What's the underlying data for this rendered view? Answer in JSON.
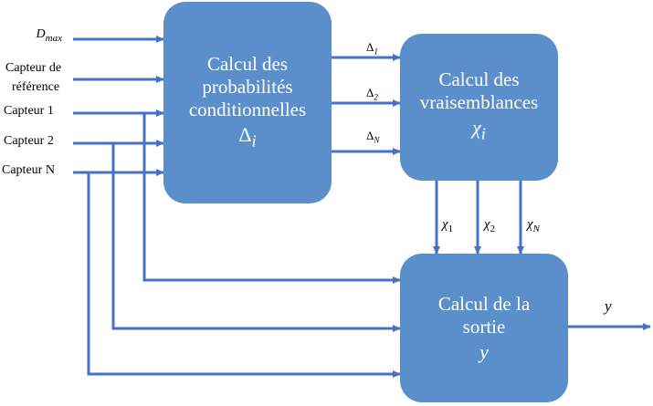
{
  "colors": {
    "box": "#5b8fcb",
    "arrow": "#4472c4",
    "box_text": "#ffffff"
  },
  "inputs": {
    "dmax_base": "D",
    "dmax_sub": "max",
    "ref_line1": "Capteur de",
    "ref_line2": "référence",
    "s1": "Capteur 1",
    "s2": "Capteur 2",
    "sn": "Capteur N"
  },
  "boxes": {
    "prob": {
      "line1": "Calcul des",
      "line2": "probabilités",
      "line3": "conditionnelles",
      "symbol": "Δ",
      "symbol_sub": "i"
    },
    "vrais": {
      "line1": "Calcul des",
      "line2": "vraisemblances",
      "symbol": "χ",
      "symbol_sub": "i"
    },
    "sortie": {
      "line1": "Calcul de la",
      "line2": "sortie",
      "symbol": "y"
    }
  },
  "edges": {
    "delta_sym": "Δ",
    "d1": "1",
    "d2": "2",
    "dn": "N",
    "chi_sym": "χ",
    "c1": "1",
    "c2": "2",
    "cn": "N",
    "out": "y"
  }
}
